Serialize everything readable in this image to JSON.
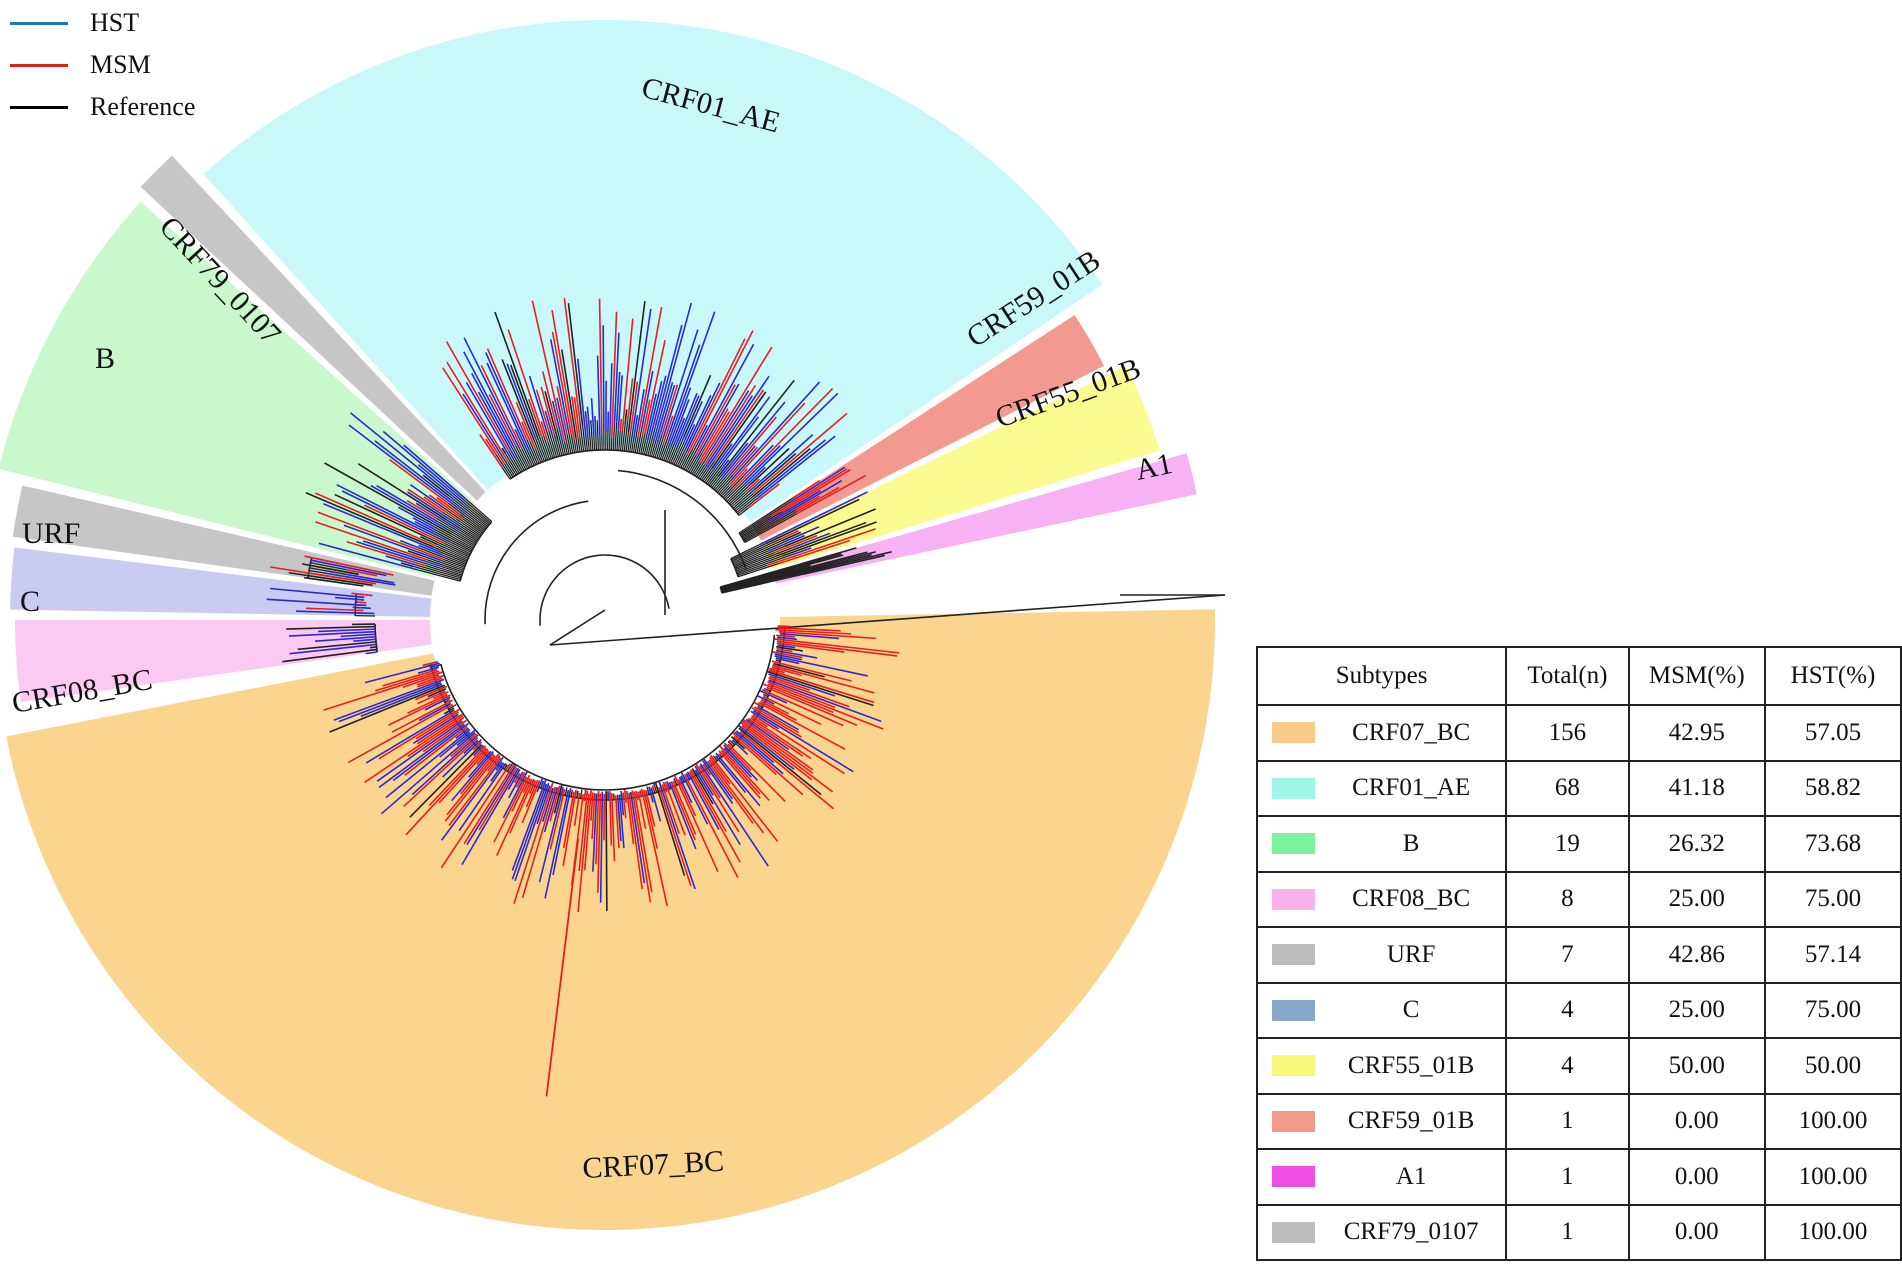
{
  "legend": {
    "items": [
      {
        "label": "HST",
        "color": "#1f77b4"
      },
      {
        "label": "MSM",
        "color": "#e02020"
      },
      {
        "label": "Reference",
        "color": "#000000"
      }
    ]
  },
  "tree": {
    "clade_labels": {
      "CRF01_AE": "CRF01_AE",
      "CRF79_0107": "CRF79_0107",
      "B": "B",
      "CRF59_01B": "CRF59_01B",
      "CRF55_01B": "CRF55_01B",
      "A1": "A1",
      "URF": "URF",
      "C": "C",
      "CRF08_BC": "CRF08_BC",
      "CRF07_BC": "CRF07_BC"
    },
    "branch_colors": {
      "hst": "#2a2ad0",
      "msm": "#e81e1e",
      "reference": "#222222"
    }
  },
  "table": {
    "headers": [
      "Subtypes",
      "Total(n)",
      "MSM(%)",
      "HST(%)"
    ],
    "rows": [
      {
        "subtype": "CRF07_BC",
        "color": "#f8cb8a",
        "total": "156",
        "msm": "42.95",
        "hst": "57.05"
      },
      {
        "subtype": "CRF01_AE",
        "color": "#9ff5e6",
        "total": "68",
        "msm": "41.18",
        "hst": "58.82"
      },
      {
        "subtype": "B",
        "color": "#7cf29e",
        "total": "19",
        "msm": "26.32",
        "hst": "73.68"
      },
      {
        "subtype": "CRF08_BC",
        "color": "#f9b1ec",
        "total": "8",
        "msm": "25.00",
        "hst": "75.00"
      },
      {
        "subtype": "URF",
        "color": "#bcbcbc",
        "total": "7",
        "msm": "42.86",
        "hst": "57.14"
      },
      {
        "subtype": "C",
        "color": "#86a7c9",
        "total": "4",
        "msm": "25.00",
        "hst": "75.00"
      },
      {
        "subtype": "CRF55_01B",
        "color": "#f7f77a",
        "total": "4",
        "msm": "50.00",
        "hst": "50.00"
      },
      {
        "subtype": "CRF59_01B",
        "color": "#f29a8a",
        "total": "1",
        "msm": "0.00",
        "hst": "100.00"
      },
      {
        "subtype": "A1",
        "color": "#ee4fe3",
        "total": "1",
        "msm": "0.00",
        "hst": "100.00"
      },
      {
        "subtype": "CRF79_0107",
        "color": "#bcbcbc",
        "total": "1",
        "msm": "0.00",
        "hst": "100.00"
      }
    ]
  }
}
